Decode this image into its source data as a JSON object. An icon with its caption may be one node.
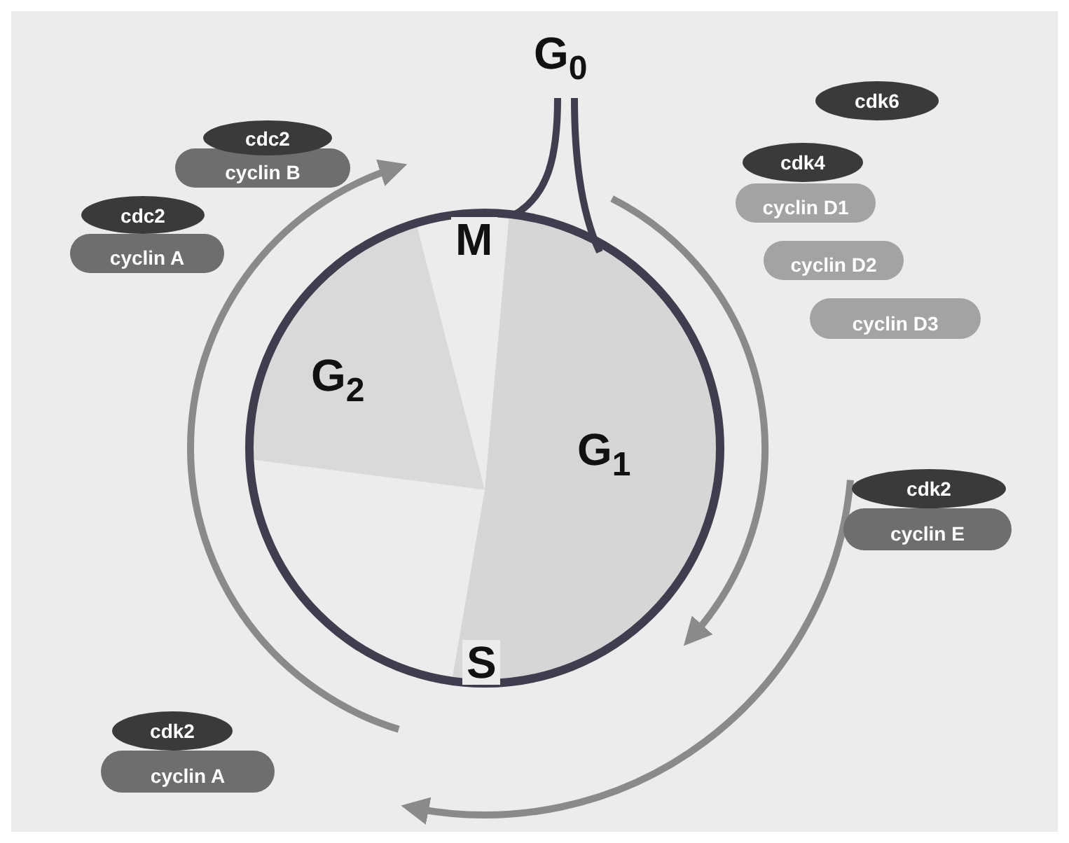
{
  "diagram": {
    "nodes": [
      {
        "text": [
          "cdc2"
        ]
      },
      {
        "text": [
          "cyclin B"
        ]
      },
      {
        "text": [
          "cdk6"
        ]
      },
      {
        "text": [
          "cdc2"
        ]
      },
      {
        "text": [
          "cyclin A"
        ]
      },
      {
        "text": [
          "cdk4"
        ]
      },
      {
        "text": [
          "cyclin D1"
        ]
      },
      {
        "text": [
          "cyclin D2"
        ]
      },
      {
        "text": [
          "cyclin D3"
        ]
      },
      {
        "text": [
          "G$_{2}$"
        ]
      },
      {
        "text": [
          "G$_{1}$"
        ]
      },
      {
        "text": [
          "cdk2"
        ]
      },
      {
        "text": [
          "cyclin E"
        ]
      },
      {
        "text": [
          "cdk2"
        ]
      },
      {
        "text": [
          "cyclin A"
        ]
      }
    ],
    "labels": [
      "G$_{0}$",
      "M",
      "S"
    ]
  }
}
